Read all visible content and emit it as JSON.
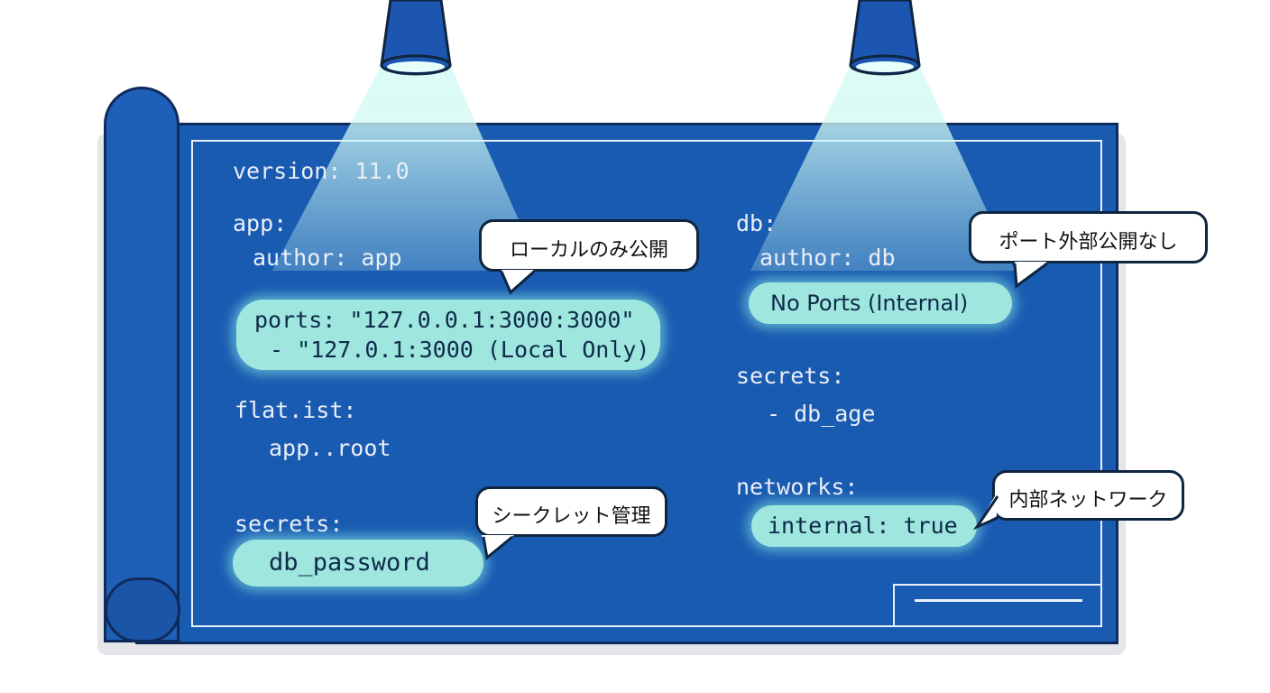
{
  "config": {
    "version_line": "version: 11.0",
    "app": {
      "key": "app:",
      "author": "author: app",
      "ports_line1": "ports: \"127.0.0.1:3000:3000\"",
      "ports_line2": " - \"127.0.1:3000 (Local Only)",
      "flat_list": "flat.ist:",
      "flat_value": "app..root",
      "secrets_key": "secrets:",
      "secret_value": "db_password"
    },
    "db": {
      "key": "db:",
      "author": "author: db",
      "ports_note": "No Ports (Internal)",
      "secrets_key": "secrets:",
      "secret_value": "- db_age",
      "networks_key": "networks:",
      "network_value": "internal: true"
    }
  },
  "callouts": {
    "local_only": "ローカルのみ公開",
    "secret_management": "シークレット管理",
    "no_external_ports": "ポート外部公開なし",
    "internal_network": "内部ネットワーク"
  },
  "colors": {
    "blueprint": "#1a5bb2",
    "outline": "#0f2b5c",
    "highlight": "#9fe6df",
    "text": "#e9eef6"
  }
}
